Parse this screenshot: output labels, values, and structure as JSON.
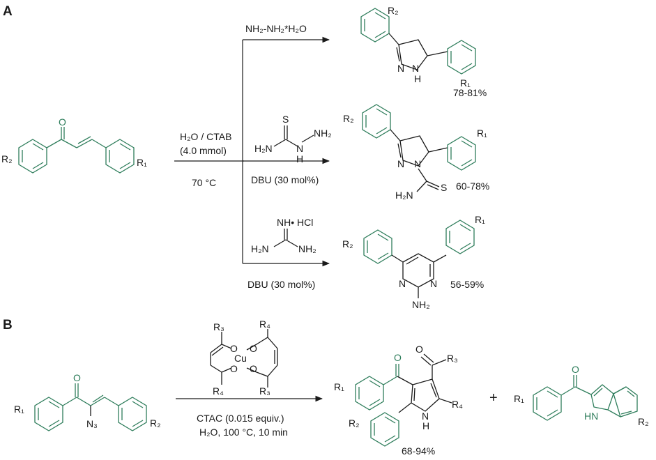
{
  "panelA": {
    "label": "A",
    "reagent1": "NH₂-NH₂*H₂O",
    "conditions_top": "H₂O / CTAB",
    "conditions_amount": "(4.0 mmol)",
    "conditions_temp": "70 °C",
    "reagent2_dbu": "DBU (30 mol%)",
    "reagent3_dbu": "DBU (30 mol%)",
    "yield1": "78-81%",
    "yield2": "60-78%",
    "yield3": "56-59%",
    "atoms": {
      "O": "O",
      "S": "S",
      "N": "N",
      "H": "H",
      "NH": "NH",
      "NH_HCl": "NH• HCl",
      "H2N": "H₂N",
      "NH2": "NH₂",
      "R1": "R₁",
      "R2": "R₂"
    }
  },
  "panelB": {
    "label": "B",
    "conditions_catalyst": "CTAC (0.015 equiv.)",
    "conditions_temp": "H₂O, 100 °C, 10 min",
    "yield": "68-94%",
    "plus": "+",
    "atoms": {
      "N3": "N₃",
      "Cu": "Cu",
      "O": "O",
      "R3": "R₃",
      "R4": "R₄",
      "R1": "R₁",
      "R2": "R₂",
      "NH": "NH",
      "N": "N",
      "H": "H",
      "HN": "HN"
    }
  },
  "colors": {
    "accent": "#2e7d5b",
    "ink": "#1a1a1a"
  }
}
